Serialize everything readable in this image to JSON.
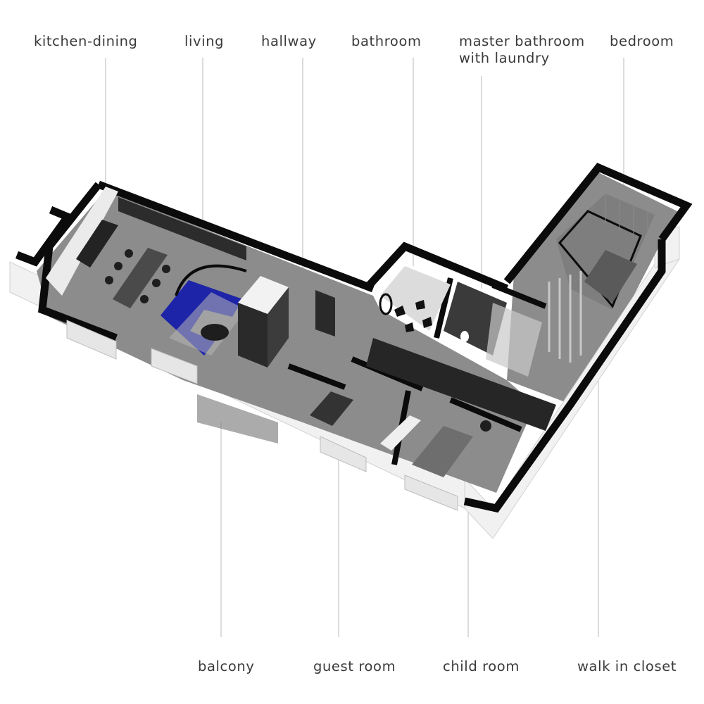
{
  "labels": {
    "top": {
      "kitchen_dining": "kitchen-dining",
      "living": "living",
      "hallway": "hallway",
      "bathroom": "bathroom",
      "master_bathroom_line1": "master bathroom",
      "master_bathroom_line2": "with laundry",
      "bedroom": "bedroom"
    },
    "bottom": {
      "balcony": "balcony",
      "guest_room": "guest room",
      "child_room": "child room",
      "walk_in_closet": "walk in closet"
    }
  },
  "colors": {
    "wall": "#0b0b0b",
    "wall_side": "#f1f1f1",
    "floor": "#8c8c8c",
    "dark_furniture": "#3a3a3a",
    "sofa_accent": "#1d24a8",
    "leader_line": "#b8b8b8"
  }
}
